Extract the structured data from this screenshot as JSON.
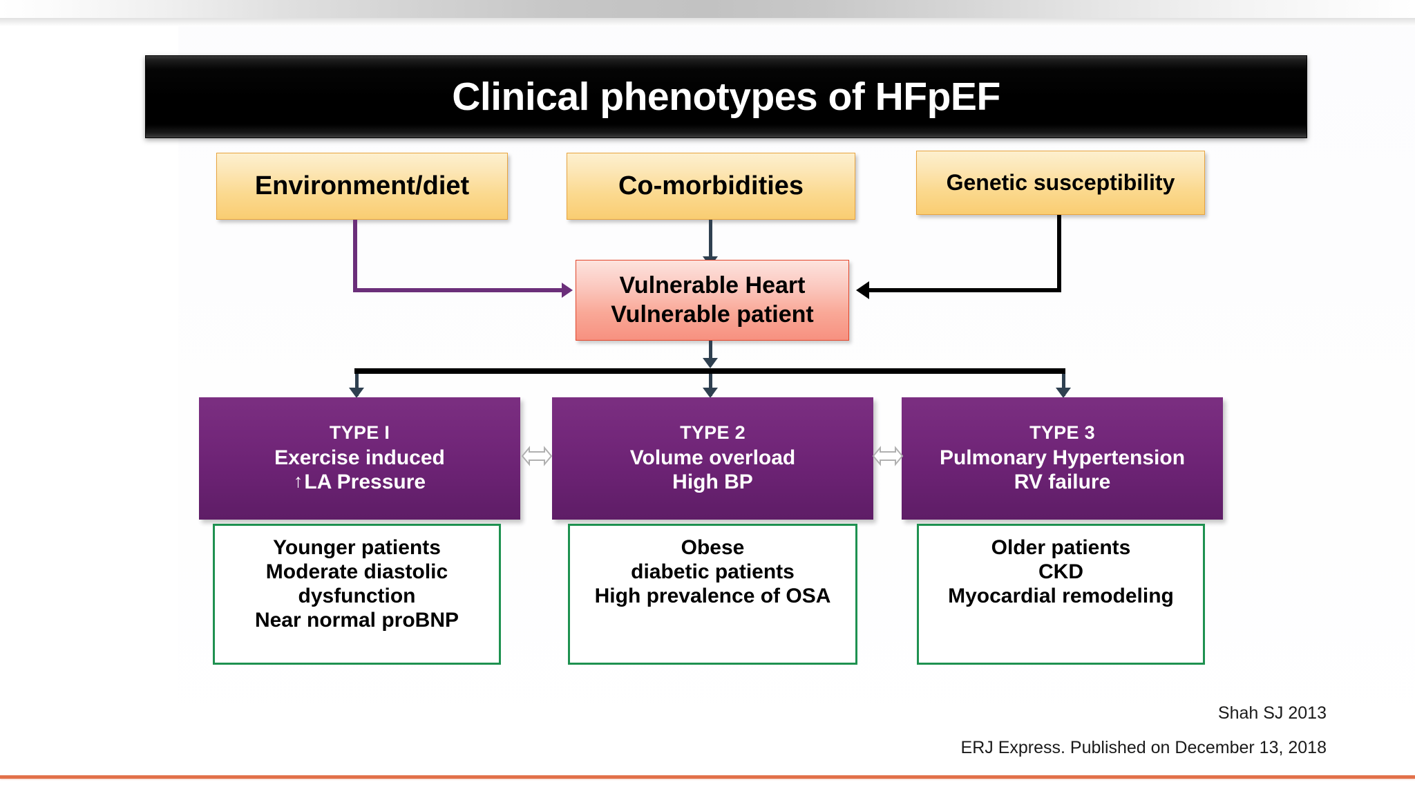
{
  "slide": {
    "title": "Clinical phenotypes of HFpEF",
    "accent_black": "#000000",
    "accent_orange_rule": "#e2714a"
  },
  "sources": [
    {
      "label": "Environment/diet",
      "color": "#f9cd72"
    },
    {
      "label": "Co-morbidities",
      "color": "#f9cd72"
    },
    {
      "label": "Genetic susceptibility",
      "color": "#f9cd72"
    }
  ],
  "central": {
    "line1": "Vulnerable Heart",
    "line2": "Vulnerable patient",
    "color": "#f79180"
  },
  "types": [
    {
      "heading": "TYPE I",
      "lines": [
        "Exercise induced"
      ],
      "arrow_line_prefix": "↑",
      "arrow_line_text": "LA  Pressure",
      "color": "#6b2273"
    },
    {
      "heading": "TYPE 2",
      "lines": [
        "Volume overload",
        "High BP"
      ],
      "color": "#6b2273"
    },
    {
      "heading": "TYPE 3",
      "lines": [
        "Pulmonary Hypertension",
        "RV failure"
      ],
      "color": "#6b2273"
    }
  ],
  "details": [
    {
      "lines": [
        "Younger patients",
        "Moderate diastolic",
        "dysfunction",
        "Near normal proBNP"
      ],
      "border_color": "#1e9150"
    },
    {
      "lines": [
        "Obese",
        "diabetic patients",
        "High prevalence of OSA"
      ],
      "border_color": "#1e9150"
    },
    {
      "lines": [
        "Older patients",
        "CKD",
        "Myocardial remodeling"
      ],
      "border_color": "#1e9150"
    }
  ],
  "between_arrows": [
    {
      "glyph": "⇔"
    },
    {
      "glyph": "⇔"
    }
  ],
  "citations": {
    "line1": "Shah SJ 2013",
    "line2": "ERJ Express. Published on December 13, 2018"
  }
}
